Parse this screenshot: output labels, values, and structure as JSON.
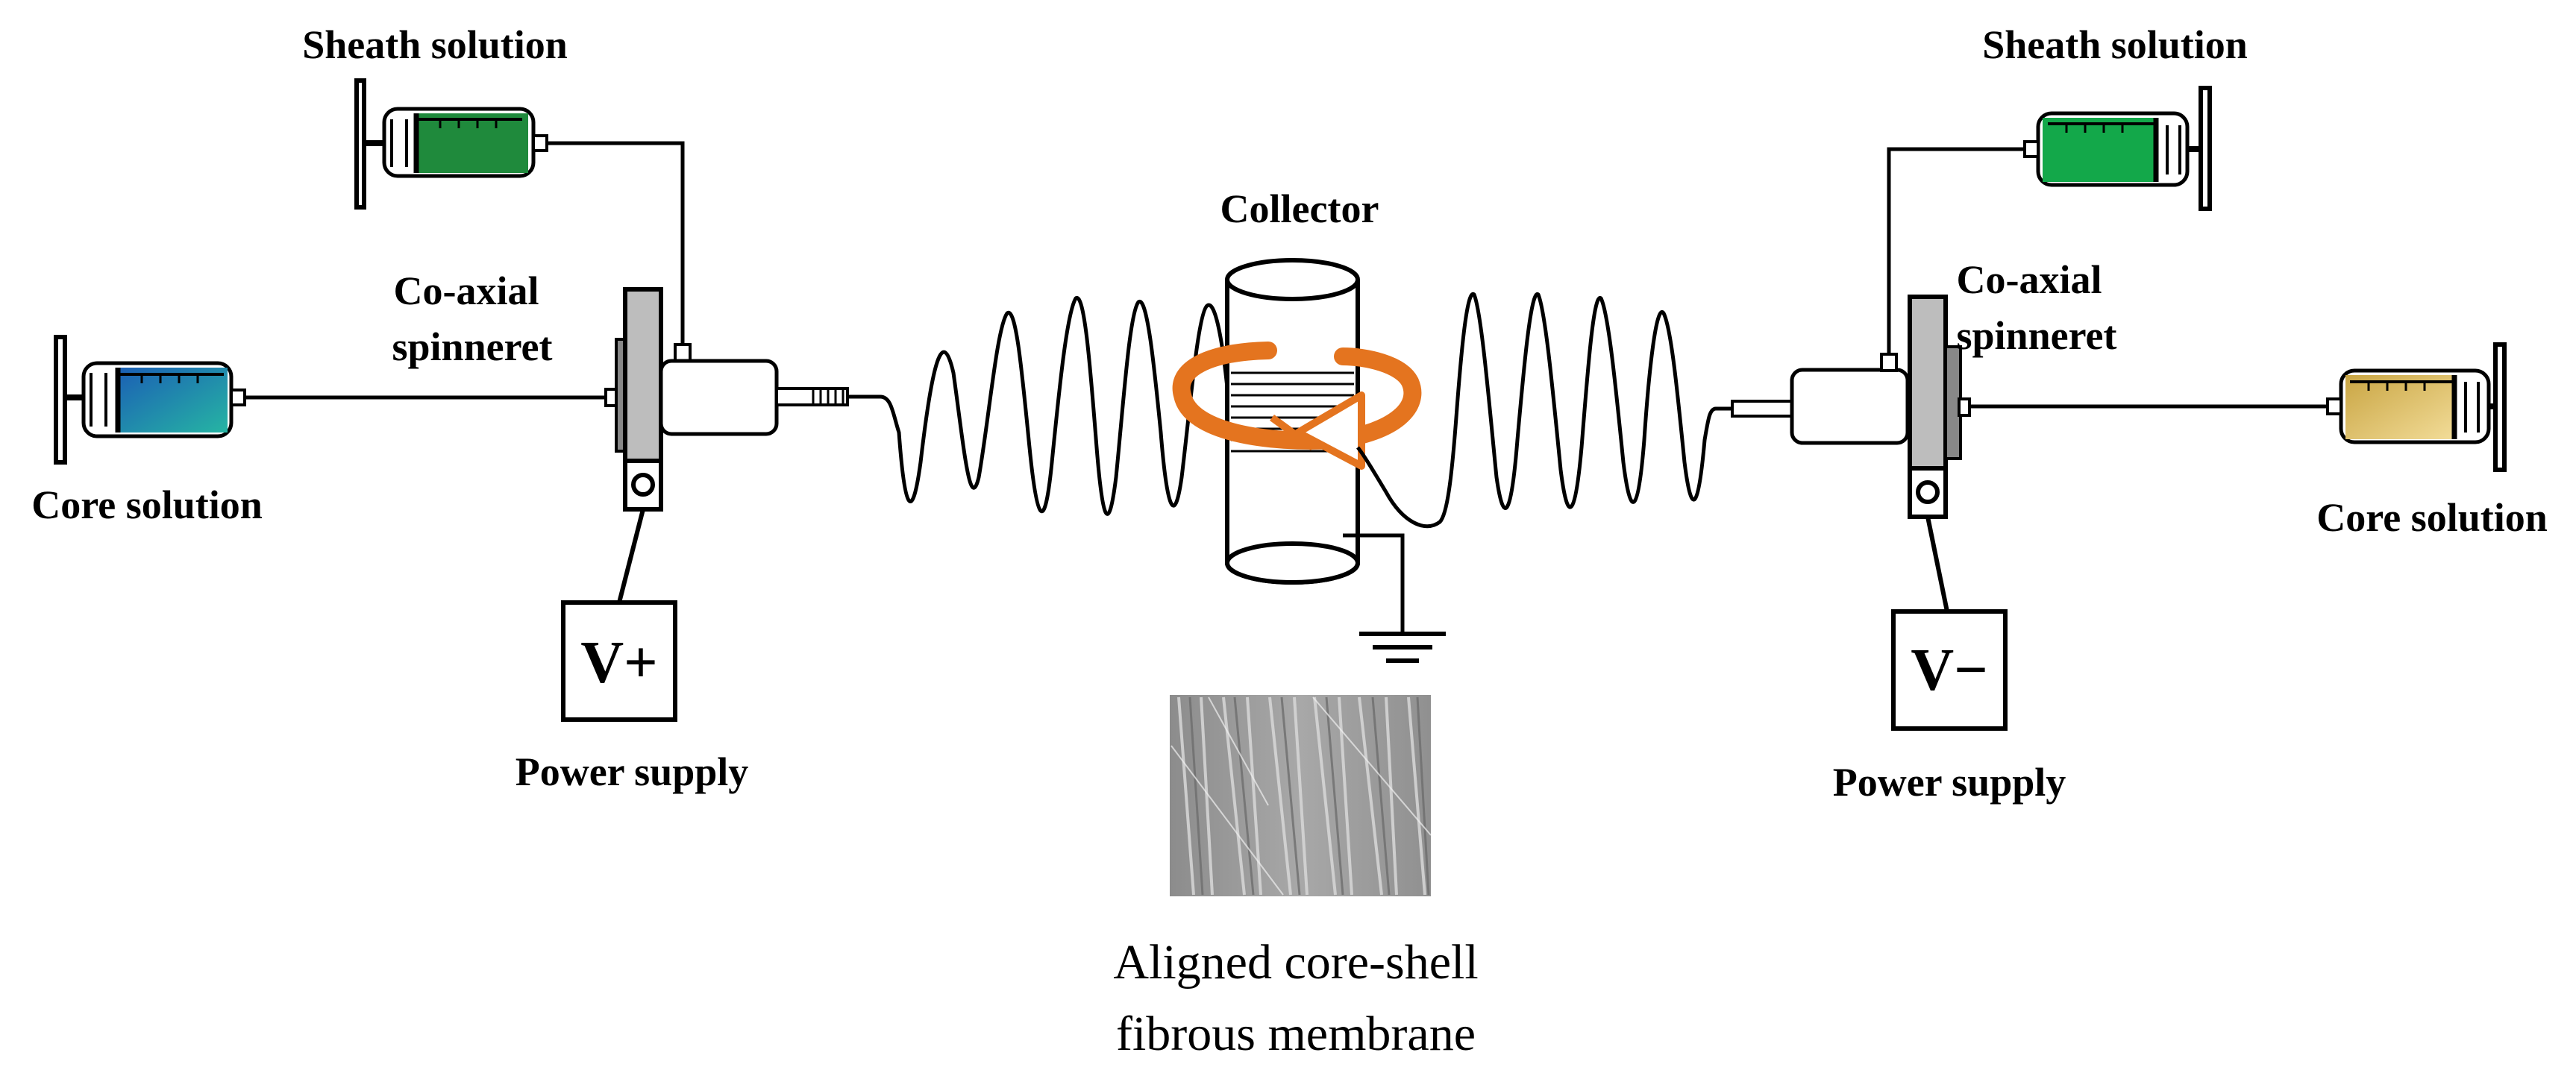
{
  "labels": {
    "left_sheath": "Sheath solution",
    "left_core": "Core solution",
    "left_spinneret_line1": "Co-axial",
    "left_spinneret_line2": "spinneret",
    "left_power_supply": "Power supply",
    "left_voltage": "V+",
    "right_sheath": "Sheath solution",
    "right_core": "Core solution",
    "right_spinneret_line1": "Co-axial",
    "right_spinneret_line2": "spinneret",
    "right_power_supply": "Power supply",
    "right_voltage": "V−",
    "collector": "Collector",
    "caption_line1": "Aligned core-shell",
    "caption_line2": "fibrous membrane"
  },
  "colors": {
    "sheath_left": "#1f8a3c",
    "sheath_right": "#13a84a",
    "core_left_start": "#1b5fb5",
    "core_left_end": "#26b5a3",
    "core_right_start": "#c9a543",
    "core_right_end": "#f2dc98",
    "collector_arrow": "#e4741f",
    "spinneret_body": "#bdbdbd"
  }
}
